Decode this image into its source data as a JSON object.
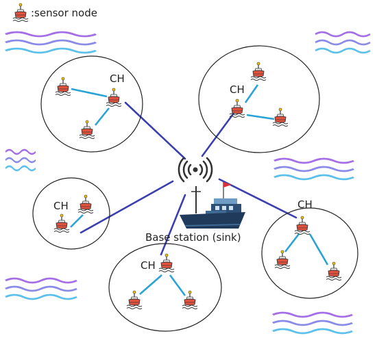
{
  "legend": {
    "label": ":sensor node",
    "icon": "sensor-node-buoy-icon"
  },
  "base_station": {
    "label": "Base station (sink)",
    "icon": "ship-icon",
    "antenna_icon": "wireless-antenna-icon"
  },
  "clusters": [
    {
      "id": "cluster-1",
      "head_label": "CH"
    },
    {
      "id": "cluster-2",
      "head_label": "CH"
    },
    {
      "id": "cluster-3",
      "head_label": "CH"
    },
    {
      "id": "cluster-4",
      "head_label": "CH"
    },
    {
      "id": "cluster-5",
      "head_label": "CH"
    }
  ],
  "colors": {
    "sink_link": "#3a3fb0",
    "intra_link": "#29a3d6",
    "wave_purple": "#a46ee6",
    "wave_blue": "#5bc0ea",
    "buoy_red": "#e0523d",
    "ship_hull": "#1f3a5a"
  }
}
